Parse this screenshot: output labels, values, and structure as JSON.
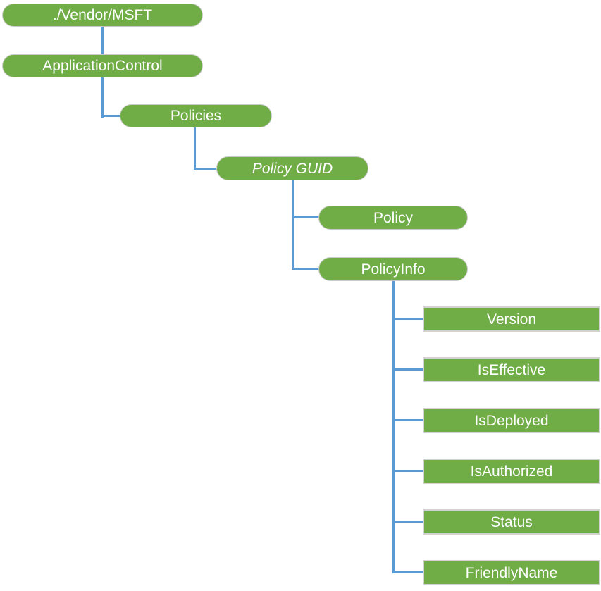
{
  "diagram": {
    "kind": "tree",
    "root": "./Vendor/MSFT"
  },
  "colors": {
    "node_fill": "#70AD47",
    "node_border_pill": "#C9C9C9",
    "node_border_rect": "#D2D2D2",
    "connector": "#5B9BD5",
    "text": "#FFFFFF"
  },
  "nodes": [
    {
      "id": "vendor-msft",
      "label": "./Vendor/MSFT",
      "shape": "pill",
      "italic": false,
      "depth": 0
    },
    {
      "id": "application-control",
      "label": "ApplicationControl",
      "shape": "pill",
      "italic": false,
      "depth": 1
    },
    {
      "id": "policies",
      "label": "Policies",
      "shape": "pill",
      "italic": false,
      "depth": 2
    },
    {
      "id": "policy-guid",
      "label": "Policy GUID",
      "shape": "pill",
      "italic": true,
      "depth": 3
    },
    {
      "id": "policy",
      "label": "Policy",
      "shape": "pill",
      "italic": false,
      "depth": 4
    },
    {
      "id": "policy-info",
      "label": "PolicyInfo",
      "shape": "pill",
      "italic": false,
      "depth": 4
    },
    {
      "id": "version",
      "label": "Version",
      "shape": "rect",
      "italic": false,
      "depth": 5
    },
    {
      "id": "is-effective",
      "label": "IsEffective",
      "shape": "rect",
      "italic": false,
      "depth": 5
    },
    {
      "id": "is-deployed",
      "label": "IsDeployed",
      "shape": "rect",
      "italic": false,
      "depth": 5
    },
    {
      "id": "is-authorized",
      "label": "IsAuthorized",
      "shape": "rect",
      "italic": false,
      "depth": 5
    },
    {
      "id": "status",
      "label": "Status",
      "shape": "rect",
      "italic": false,
      "depth": 5
    },
    {
      "id": "friendly-name",
      "label": "FriendlyName",
      "shape": "rect",
      "italic": false,
      "depth": 5
    }
  ],
  "tree": {
    "edges": [
      [
        "./Vendor/MSFT",
        "ApplicationControl"
      ],
      [
        "ApplicationControl",
        "Policies"
      ],
      [
        "Policies",
        "Policy GUID"
      ],
      [
        "Policy GUID",
        "Policy"
      ],
      [
        "Policy GUID",
        "PolicyInfo"
      ],
      [
        "PolicyInfo",
        "Version"
      ],
      [
        "PolicyInfo",
        "IsEffective"
      ],
      [
        "PolicyInfo",
        "IsDeployed"
      ],
      [
        "PolicyInfo",
        "IsAuthorized"
      ],
      [
        "PolicyInfo",
        "Status"
      ],
      [
        "PolicyInfo",
        "FriendlyName"
      ]
    ]
  }
}
